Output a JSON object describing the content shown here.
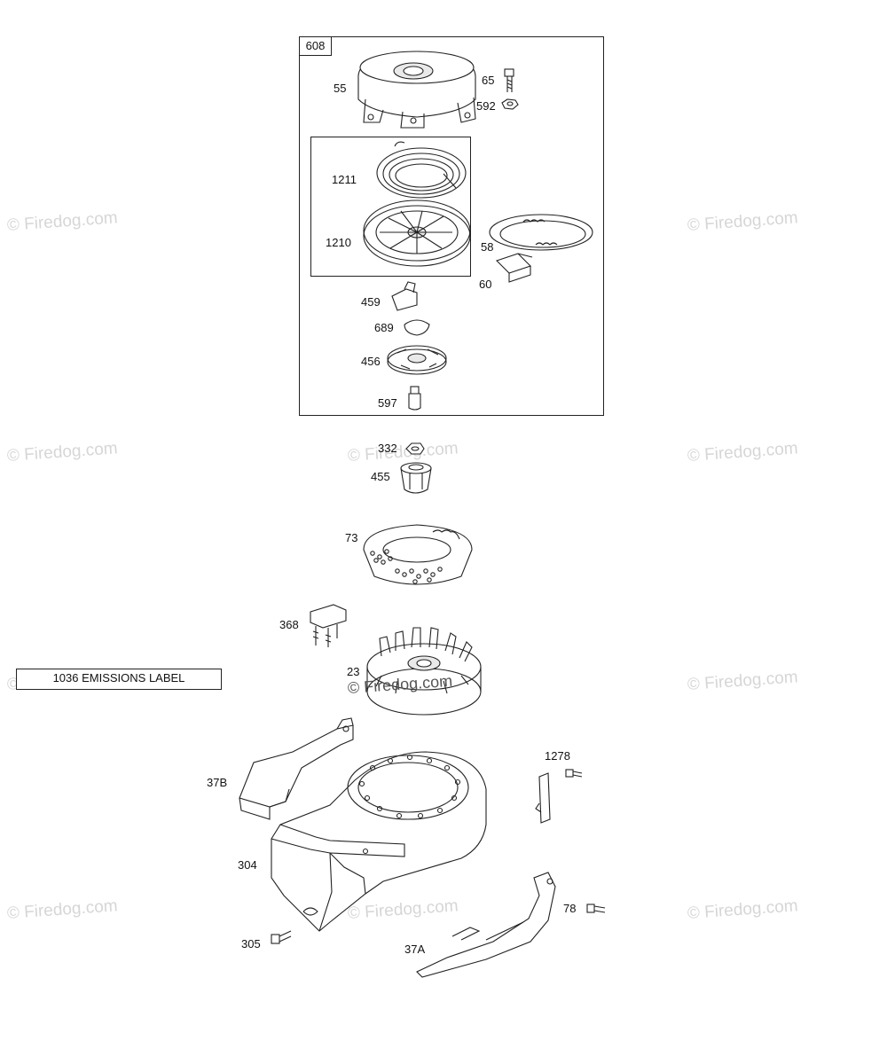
{
  "watermark": "© Firedog.com",
  "kit_box": {
    "label": "608"
  },
  "emissions_label": "1036 EMISSIONS LABEL",
  "parts": {
    "p55": "55",
    "p65": "65",
    "p592": "592",
    "p1211": "1211",
    "p1210": "1210",
    "p58": "58",
    "p60": "60",
    "p459": "459",
    "p689": "689",
    "p456": "456",
    "p597": "597",
    "p332": "332",
    "p455": "455",
    "p73": "73",
    "p368": "368",
    "p23": "23",
    "p37B": "37B",
    "p1278": "1278",
    "p304": "304",
    "p78": "78",
    "p305": "305",
    "p37A": "37A"
  }
}
